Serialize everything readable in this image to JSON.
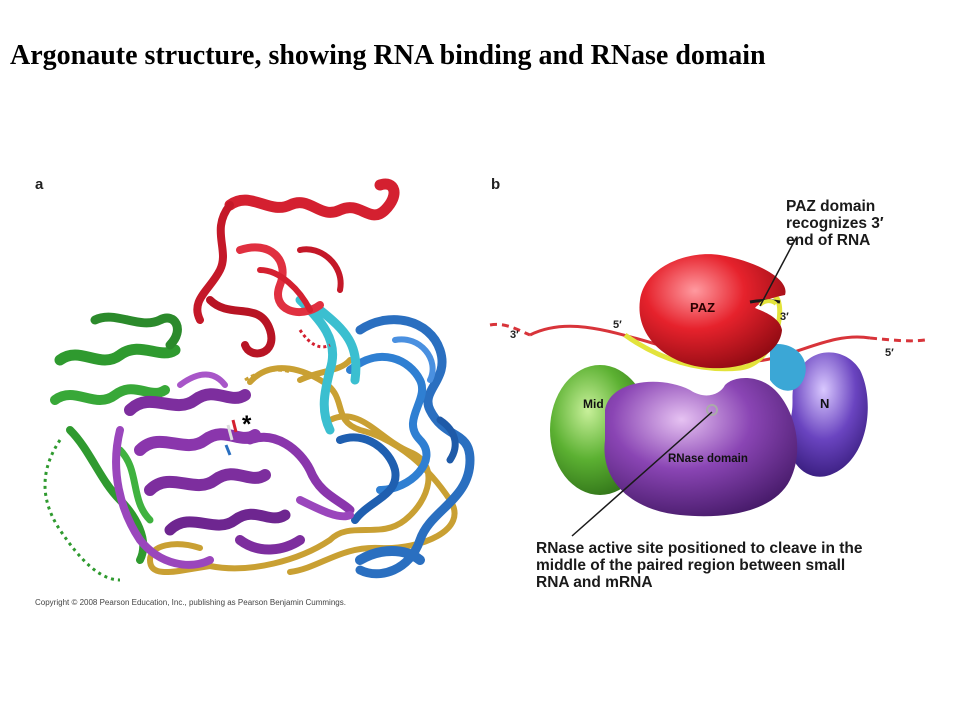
{
  "title": "Argonaute structure, showing RNA binding and RNase domain",
  "panel_a": {
    "label": "a",
    "active_site_marker": "*",
    "copyright": "Copyright © 2008 Pearson Education, Inc., publishing as Pearson Benjamin Cummings."
  },
  "panel_b": {
    "label": "b",
    "domains": {
      "paz": "PAZ",
      "mid": "Mid",
      "n": "N",
      "rnase": "RNase domain"
    },
    "strand_ends": {
      "mrna_left": "3′",
      "mrna_right": "5′",
      "small_rna_left": "5′",
      "small_rna_right": "3′"
    },
    "callout_paz": [
      "PAZ domain",
      "recognizes 3′",
      "end of RNA"
    ],
    "callout_rnase": [
      "RNase active site positioned to cleave in the",
      "middle of the paired region between small",
      "RNA and mRNA"
    ]
  },
  "colors": {
    "paz": "#e0232b",
    "mid": "#5fb233",
    "n": "#6a3ea8",
    "rnase": "#7b3a9e",
    "linker": "#3ba7d6",
    "mrna": "#d8343a",
    "small_rna": "#e3e33b",
    "helix_red": "#d42030",
    "helix_green": "#2f9a2f",
    "helix_purple": "#7d2e9e",
    "helix_blue": "#2a6fc0",
    "helix_gold": "#c9a033",
    "helix_cyan": "#3bbfd0"
  }
}
